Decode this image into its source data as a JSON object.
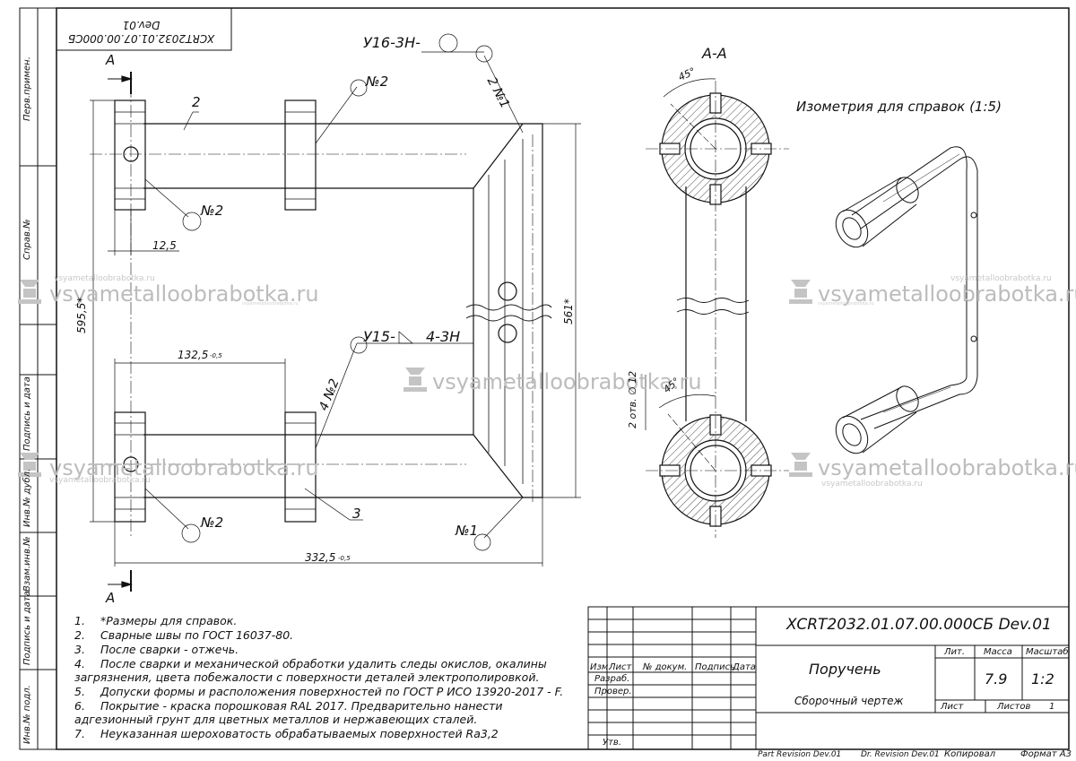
{
  "stamp": {
    "designation": "XCRT2032.01.07.00.000СБ Dev.01",
    "name": "Поручень",
    "doc_type": "Сборочный чертеж",
    "lit_label": "Лит.",
    "mass_label": "Масса",
    "scale_label": "Масштаб",
    "mass": "7.9",
    "scale": "1:2",
    "sheet_label": "Лист",
    "sheets_label": "Листов",
    "sheets": "1",
    "row_labels": [
      "Изм.",
      "Лист",
      "№ докум.",
      "Подпись",
      "Дата"
    ],
    "roles": [
      "Разраб.",
      "Провер.",
      "Утв."
    ]
  },
  "mirrored_stamp": {
    "line1": "XCRT2032.01.07.00.000СБ",
    "line2": "Dev.01"
  },
  "bottom": {
    "part_rev": "Part Revision Dev.01",
    "dr_rev": "Dr. Revision Dev.01",
    "copied": "Копировал",
    "format": "Формат А3"
  },
  "side_labels": [
    "Перв.примен.",
    "Справ.№",
    "Подпись и дата",
    "Инв.№ дубл.",
    "Взам.инв.№",
    "Подпись и дата",
    "Инв.№ подл."
  ],
  "drawing": {
    "section_letter_top": "А",
    "section_letter_bottom": "А",
    "weld_top": "У16-3Н-",
    "weld_mid_a": "У15-",
    "weld_mid_b": "4-3Н",
    "dim_12_5": "12,5",
    "dim_132_5": "132,5",
    "dim_332_5": "332,5",
    "tol": "-0,5",
    "dim_595_5": "595,5*",
    "dim_561": "561*",
    "leader_no2": "№2",
    "leader_no1": "№1",
    "leader_2_no1": "2 №1",
    "leader_4_no2": "4 №2",
    "pos_2": "2",
    "pos_3": "3"
  },
  "section": {
    "title": "А-А",
    "angle1": "45°",
    "angle2": "45°",
    "holes": "2 отв. ∅ 12"
  },
  "iso_title": "Изометрия для справок (1:5)",
  "notes": [
    {
      "n": "1.",
      "text": "*Размеры для справок."
    },
    {
      "n": "2.",
      "text": "Сварные швы по ГОСТ 16037-80."
    },
    {
      "n": "3.",
      "text": "После сварки - отжечь."
    },
    {
      "n": "4.",
      "text": "После сварки и механической обработки удалить следы окислов, окалины"
    },
    {
      "n": "",
      "text": "загрязнения, цвета побежалости с поверхности деталей электрополировкой."
    },
    {
      "n": "5.",
      "text": "Допуски формы и расположения поверхностей по ГОСТ Р ИСО 13920-2017 - F."
    },
    {
      "n": "6.",
      "text": "Покрытие - краска порошковая RAL 2017. Предварительно нанести"
    },
    {
      "n": "",
      "text": "адгезионный грунт для цветных металлов и нержавеющих сталей."
    },
    {
      "n": "7.",
      "text": "Неуказанная шероховатость обрабатываемых поверхностей Ra3,2"
    }
  ],
  "watermark": {
    "text": "vsyametalloobrabotka.ru",
    "small": "vsyametalloobrabotka.ru",
    "tiny": "vsyametalloobrabotka.ru"
  },
  "colors": {
    "line": "#111111",
    "watermark": "#bcbcbc"
  }
}
